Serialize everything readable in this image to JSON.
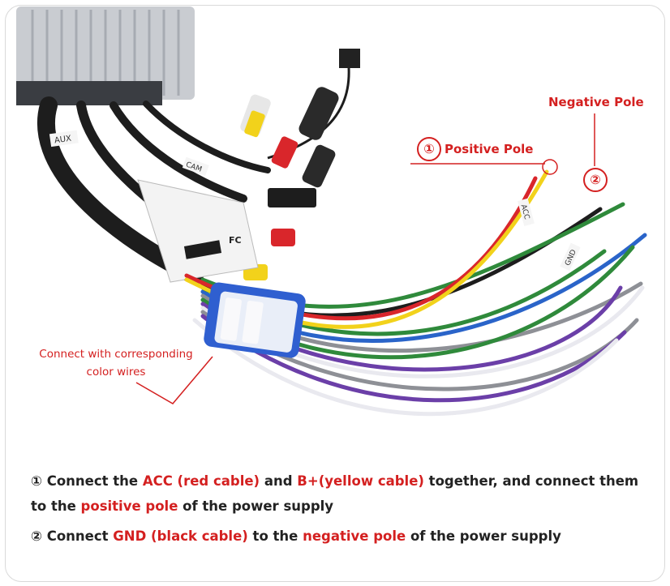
{
  "labels": {
    "positive_number": "①",
    "positive_pole": "Positive Pole",
    "negative_number": "②",
    "negative_pole": "Negative Pole",
    "connect_line1": "Connect with corresponding",
    "connect_line2": "color wires"
  },
  "wire_tags": {
    "acc": "ACC",
    "gnd": "GND",
    "aux": "AUX",
    "cam": "CAM",
    "fc": "FC"
  },
  "instructions": {
    "one_prefix": "① Connect the ",
    "one_acc": "ACC (red cable)",
    "one_and": " and ",
    "one_bplus": "B+(yellow cable)",
    "one_mid": " together, and connect them to the ",
    "one_positive": "positive pole",
    "one_suffix": " of the power supply",
    "two_prefix": "② Connect ",
    "two_gnd": "GND (black cable)",
    "two_mid": " to the ",
    "two_negative": "negative pole",
    "two_suffix": " of the power supply"
  },
  "colors": {
    "accent_red": "#d42020",
    "wire_red": "#d9262b",
    "wire_yellow": "#f2d21b",
    "wire_black": "#1d1d1d",
    "wire_green": "#2f8a3b",
    "wire_blue": "#2a64c9",
    "wire_purple": "#6b3fa8",
    "wire_grey": "#8e9096",
    "wire_white": "#e9e9ef",
    "connector_blue": "#2f5fd0",
    "unit_silver": "#c9ccd1"
  }
}
